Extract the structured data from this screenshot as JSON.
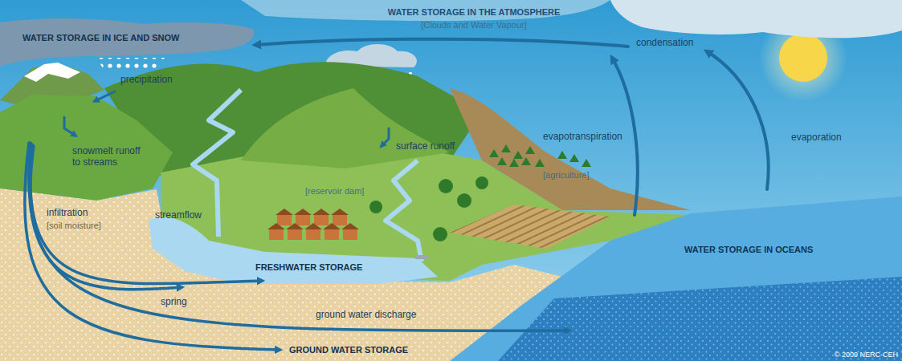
{
  "diagram": {
    "labels": [
      "WATER STORAGE IN THE ATMOSPHERE",
      "[Clouds and Water Vapour]",
      "WATER STORAGE IN ICE AND SNOW",
      "condensation",
      "precipitation",
      "snowmelt runoff to streams",
      "surface runoff",
      "evapotranspiration",
      "evaporation",
      "[reservoir dam]",
      "[agriculture]",
      "infiltration",
      "[soil moisture]",
      "streamflow",
      "FRESHWATER STORAGE",
      "spring",
      "ground water discharge",
      "GROUND WATER STORAGE",
      "WATER STORAGE IN OCEANS",
      "© 2009 NERC-CEH"
    ]
  }
}
